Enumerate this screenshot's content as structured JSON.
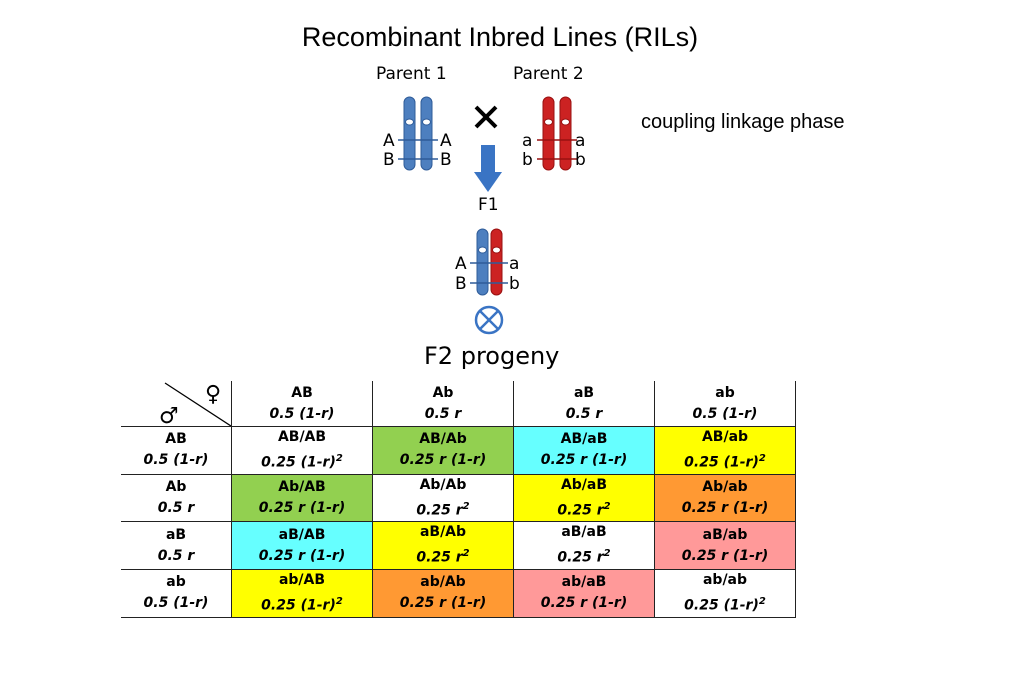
{
  "title": "Recombinant Inbred Lines (RILs)",
  "parent1_label": "Parent 1",
  "parent2_label": "Parent 2",
  "phase_label": "coupling linkage phase",
  "f1_label": "F1",
  "f2_label": "F2 progeny",
  "alleles": {
    "p1_left_top": "A",
    "p1_right_top": "A",
    "p1_left_bottom": "B",
    "p1_right_bottom": "B",
    "p2_left_top": "a",
    "p2_right_top": "a",
    "p2_left_bottom": "b",
    "p2_right_bottom": "b",
    "f1_left_top": "A",
    "f1_right_top": "a",
    "f1_left_bottom": "B",
    "f1_right_bottom": "b"
  },
  "colors": {
    "blue_chromosome": "#4d7fbf",
    "red_chromosome": "#cc2222",
    "arrow": "#3a74c4",
    "selfing": "#3a74c4"
  },
  "table": {
    "female_symbol": "♀",
    "male_symbol": "♂",
    "header": [
      {
        "g": "AB",
        "f": "0.5 (1-r)"
      },
      {
        "g": "Ab",
        "f": "0.5 r"
      },
      {
        "g": "aB",
        "f": "0.5 r"
      },
      {
        "g": "ab",
        "f": "0.5 (1-r)"
      }
    ],
    "rows": [
      {
        "g": "AB",
        "f": "0.5 (1-r)",
        "cells": [
          {
            "g": "AB/AB",
            "f": "0.25 (1-r)",
            "sup": "2",
            "color": "#ffffff"
          },
          {
            "g": "AB/Ab",
            "f": "0.25 r (1-r)",
            "sup": "",
            "color": "#92d050"
          },
          {
            "g": "AB/aB",
            "f": "0.25 r (1-r)",
            "sup": "",
            "color": "#66ffff"
          },
          {
            "g": "AB/ab",
            "f": "0.25 (1-r)",
            "sup": "2",
            "color": "#ffff00"
          }
        ]
      },
      {
        "g": "Ab",
        "f": "0.5 r",
        "cells": [
          {
            "g": "Ab/AB",
            "f": "0.25 r (1-r)",
            "sup": "",
            "color": "#92d050"
          },
          {
            "g": "Ab/Ab",
            "f": "0.25 r",
            "sup": "2",
            "color": "#ffffff"
          },
          {
            "g": "Ab/aB",
            "f": "0.25 r",
            "sup": "2",
            "color": "#ffff00"
          },
          {
            "g": "Ab/ab",
            "f": "0.25 r (1-r)",
            "sup": "",
            "color": "#ff9933"
          }
        ]
      },
      {
        "g": "aB",
        "f": "0.5 r",
        "cells": [
          {
            "g": "aB/AB",
            "f": "0.25 r (1-r)",
            "sup": "",
            "color": "#66ffff"
          },
          {
            "g": "aB/Ab",
            "f": "0.25 r",
            "sup": "2",
            "color": "#ffff00"
          },
          {
            "g": "aB/aB",
            "f": "0.25 r",
            "sup": "2",
            "color": "#ffffff"
          },
          {
            "g": "aB/ab",
            "f": "0.25 r (1-r)",
            "sup": "",
            "color": "#ff9999"
          }
        ]
      },
      {
        "g": "ab",
        "f": "0.5 (1-r)",
        "cells": [
          {
            "g": "ab/AB",
            "f": "0.25 (1-r)",
            "sup": "2",
            "color": "#ffff00"
          },
          {
            "g": "ab/Ab",
            "f": "0.25 r (1-r)",
            "sup": "",
            "color": "#ff9933"
          },
          {
            "g": "ab/aB",
            "f": "0.25 r (1-r)",
            "sup": "",
            "color": "#ff9999"
          },
          {
            "g": "ab/ab",
            "f": "0.25 (1-r)",
            "sup": "2",
            "color": "#ffffff"
          }
        ]
      }
    ]
  }
}
